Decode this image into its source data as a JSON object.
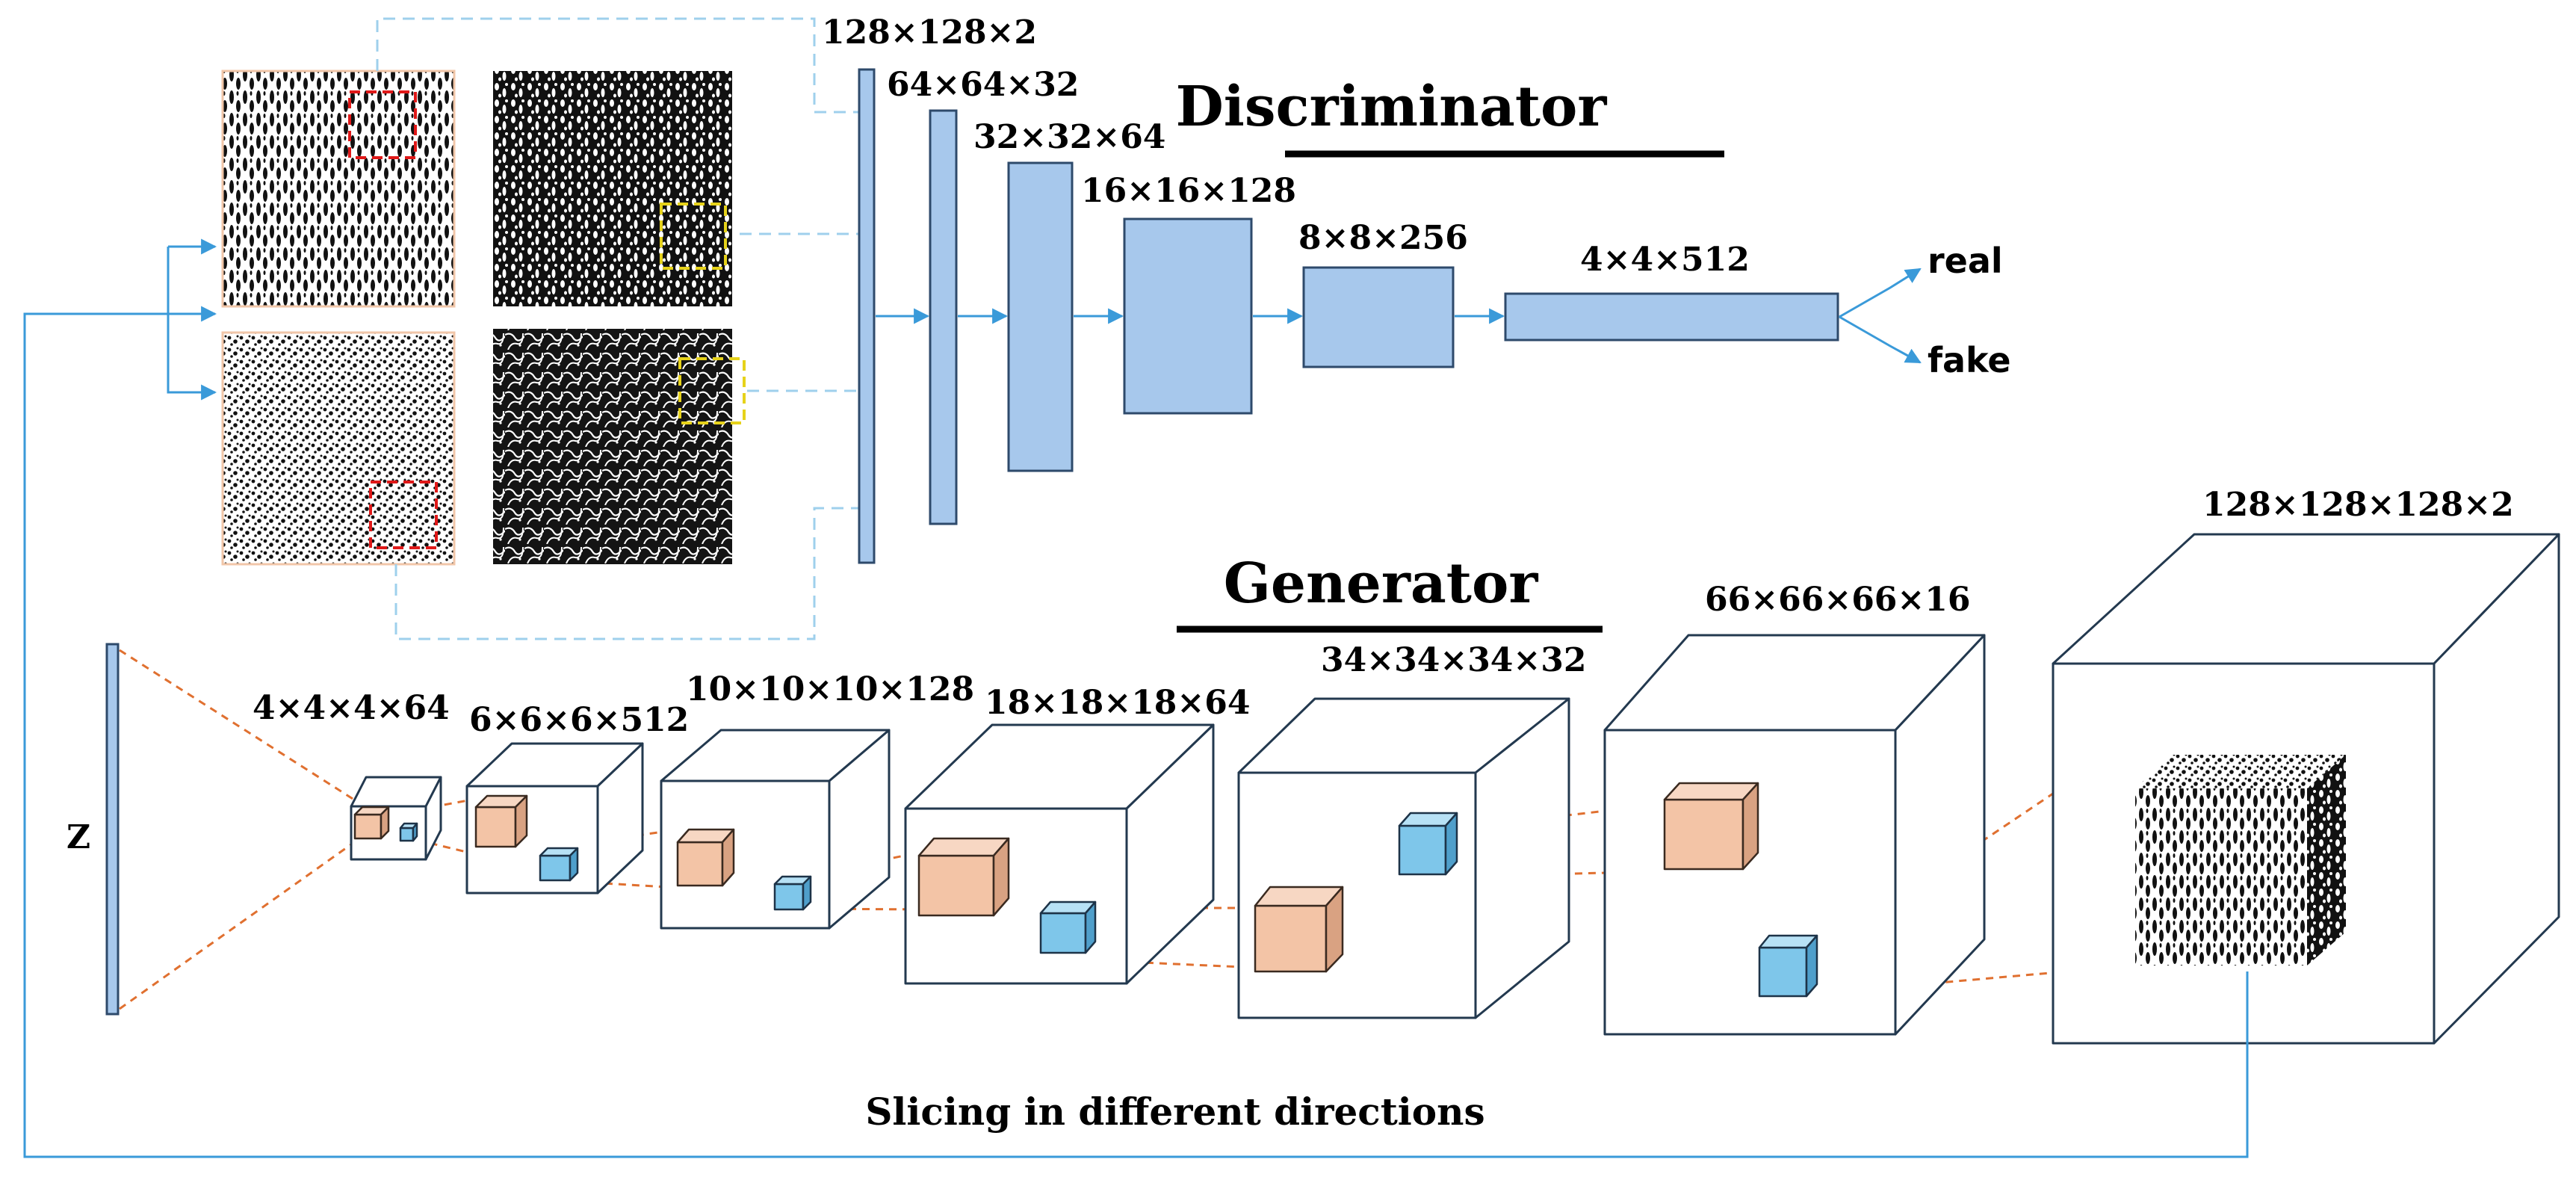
{
  "discriminator": {
    "title": "Discriminator",
    "layers": [
      "128×128×2",
      "64×64×32",
      "32×32×64",
      "16×16×128",
      "8×8×256",
      "4×4×512"
    ],
    "outputs": [
      "real",
      "fake"
    ]
  },
  "generator": {
    "title": "Generator",
    "input": "Z",
    "layers": [
      "4×4×4×64",
      "6×6×6×512",
      "10×10×10×128",
      "18×18×18×64",
      "34×34×34×32",
      "66×66×66×16",
      "128×128×128×2"
    ]
  },
  "caption": "Slicing in different directions",
  "colors": {
    "layer_fill": "#a7c8ec",
    "layer_stroke": "#2e4a6b",
    "connector": "#3a9ad9",
    "dashed_guide": "#9fd0ec",
    "orange_kernel": "#f3c4a6",
    "blue_kernel": "#7ec6ea",
    "dotted_line": "#e07030",
    "red_box": "#e01818",
    "yellow_box": "#e6d21a"
  }
}
